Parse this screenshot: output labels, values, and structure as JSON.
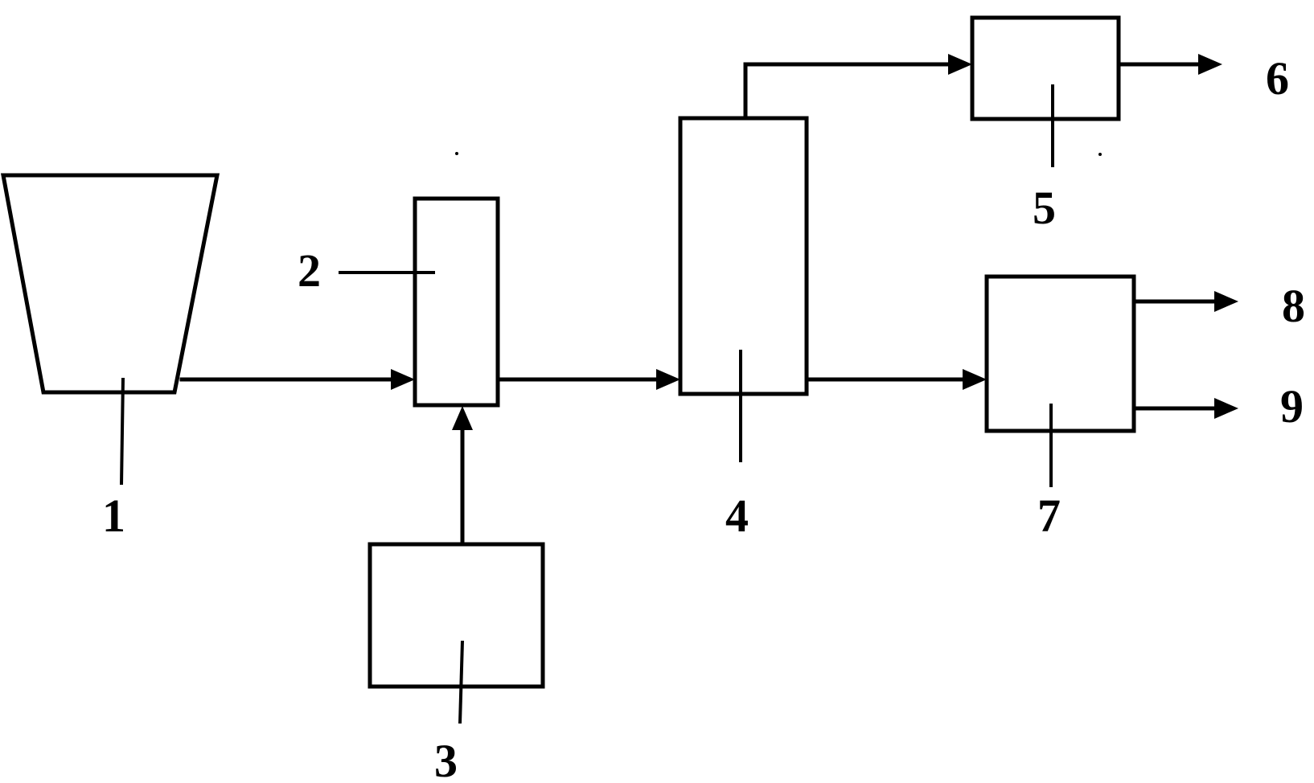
{
  "components": [
    {
      "id": "1",
      "label": "1",
      "shape": "hopper"
    },
    {
      "id": "2",
      "label": "2",
      "shape": "box"
    },
    {
      "id": "3",
      "label": "3",
      "shape": "box"
    },
    {
      "id": "4",
      "label": "4",
      "shape": "box"
    },
    {
      "id": "5",
      "label": "5",
      "shape": "box"
    },
    {
      "id": "6",
      "label": "6",
      "shape": "output"
    },
    {
      "id": "7",
      "label": "7",
      "shape": "box"
    },
    {
      "id": "8",
      "label": "8",
      "shape": "output"
    },
    {
      "id": "9",
      "label": "9",
      "shape": "output"
    }
  ],
  "connections": [
    {
      "from": "1",
      "to": "2"
    },
    {
      "from": "3",
      "to": "2"
    },
    {
      "from": "2",
      "to": "4"
    },
    {
      "from": "4",
      "to": "5"
    },
    {
      "from": "5",
      "to": "6"
    },
    {
      "from": "4",
      "to": "7"
    },
    {
      "from": "7",
      "to": "8"
    },
    {
      "from": "7",
      "to": "9"
    }
  ],
  "colors": {
    "line": "#000000",
    "background": "#ffffff"
  }
}
